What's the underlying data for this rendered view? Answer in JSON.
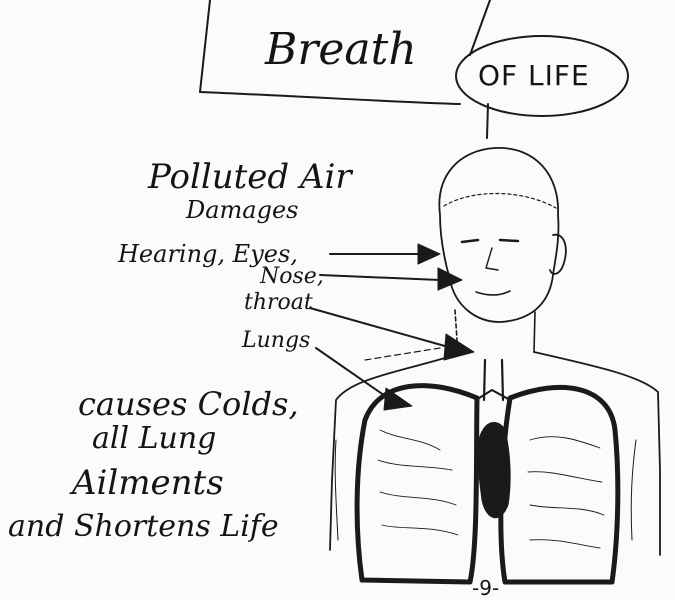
{
  "banner": {
    "title": "Breath",
    "subtitle": "OF LIFE"
  },
  "labels": {
    "polluted": "Polluted Air",
    "damages": "Damages",
    "hearing_eyes": "Hearing, Eyes,",
    "nose": "Nose,",
    "throat": "throat",
    "lungs": "Lungs",
    "causes": "causes Colds,",
    "all_lung": "all Lung",
    "ailments": "Ailments",
    "shortens": "and Shortens Life"
  },
  "page_number": "-9-"
}
